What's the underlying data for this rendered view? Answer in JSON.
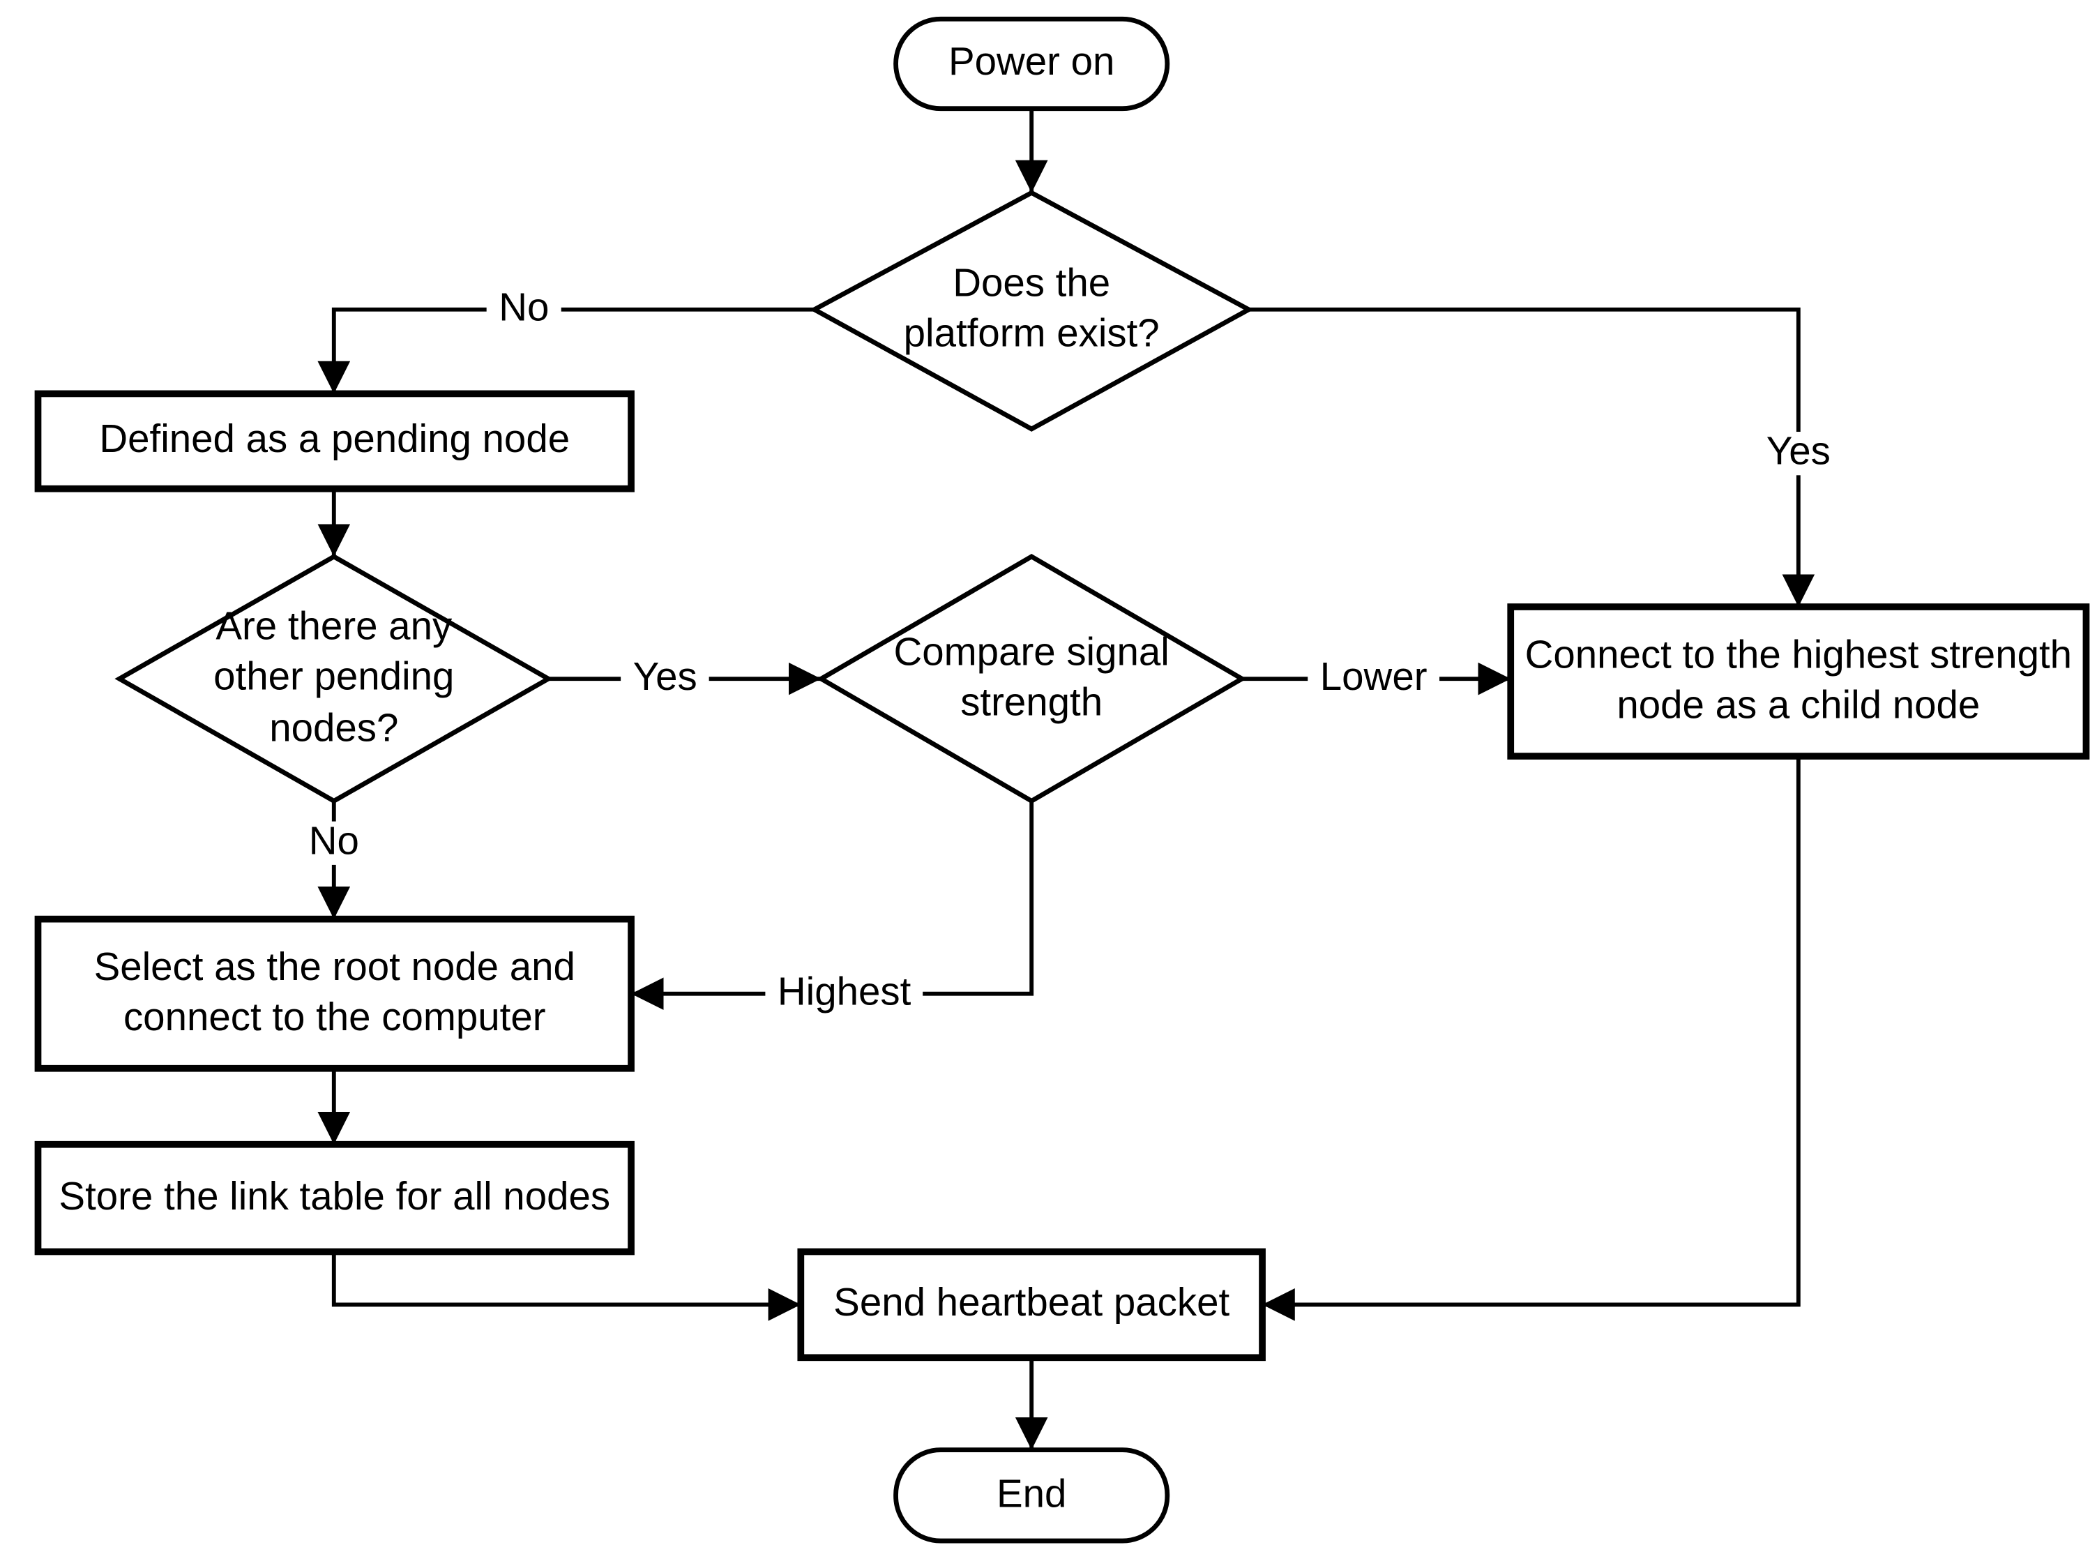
{
  "flowchart": {
    "background_color": "#ffffff",
    "stroke_color": "#000000",
    "nodes": {
      "power_on": {
        "type": "terminator",
        "label": "Power on"
      },
      "platform_exists": {
        "type": "decision",
        "label": "Does the\nplatform exist?"
      },
      "pending_node": {
        "type": "process",
        "label": "Defined as a pending node"
      },
      "other_pending": {
        "type": "decision",
        "label": "Are there any\nother pending\nnodes?"
      },
      "compare_signal": {
        "type": "decision",
        "label": "Compare signal\nstrength"
      },
      "connect_highest": {
        "type": "process",
        "label": "Connect to the highest strength\nnode as a child node"
      },
      "select_root": {
        "type": "process",
        "label": "Select as the root node and\nconnect to the computer"
      },
      "store_link": {
        "type": "process",
        "label": "Store the link table for all nodes"
      },
      "send_heartbeat": {
        "type": "process",
        "label": "Send heartbeat packet"
      },
      "end": {
        "type": "terminator",
        "label": "End"
      }
    },
    "edges": [
      {
        "from": "power_on",
        "to": "platform_exists",
        "label": ""
      },
      {
        "from": "platform_exists",
        "to": "pending_node",
        "label": "No"
      },
      {
        "from": "platform_exists",
        "to": "connect_highest",
        "label": "Yes"
      },
      {
        "from": "pending_node",
        "to": "other_pending",
        "label": ""
      },
      {
        "from": "other_pending",
        "to": "compare_signal",
        "label": "Yes"
      },
      {
        "from": "other_pending",
        "to": "select_root",
        "label": "No"
      },
      {
        "from": "compare_signal",
        "to": "connect_highest",
        "label": "Lower"
      },
      {
        "from": "compare_signal",
        "to": "select_root",
        "label": "Highest"
      },
      {
        "from": "select_root",
        "to": "store_link",
        "label": ""
      },
      {
        "from": "store_link",
        "to": "send_heartbeat",
        "label": ""
      },
      {
        "from": "connect_highest",
        "to": "send_heartbeat",
        "label": ""
      },
      {
        "from": "send_heartbeat",
        "to": "end",
        "label": ""
      }
    ]
  }
}
